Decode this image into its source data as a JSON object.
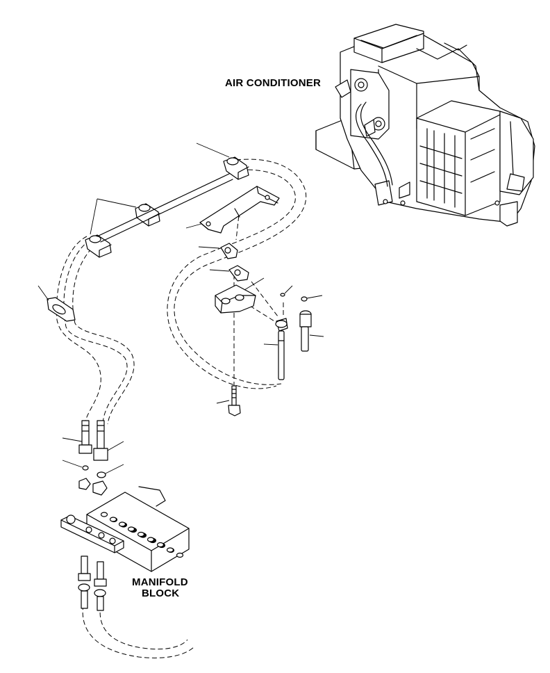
{
  "labels": {
    "air_conditioner": "AIR CONDITIONER",
    "manifold_line1": "MANIFOLD",
    "manifold_line2": "BLOCK"
  },
  "colors": {
    "line": "#000000",
    "background": "#ffffff"
  }
}
